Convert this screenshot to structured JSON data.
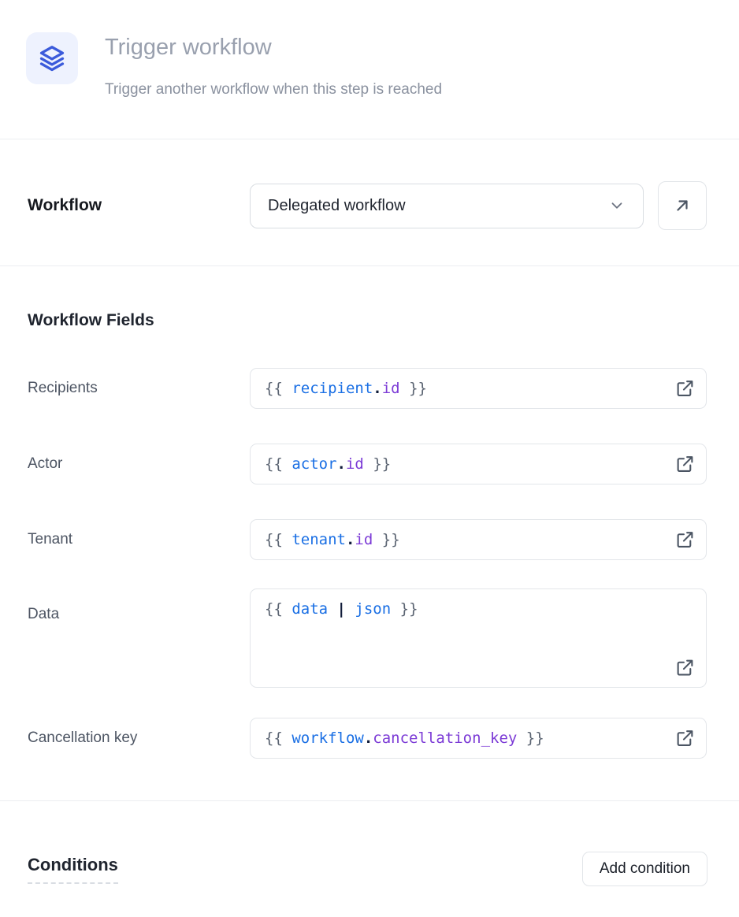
{
  "colors": {
    "accent_blue": "#3b5bdb",
    "icon_bg": "#eef2fe",
    "code_blue": "#1a6fe4",
    "code_purple": "#7c3bd6",
    "code_gray": "#5b6472",
    "code_dark": "#101c3a"
  },
  "header": {
    "icon": "layers-icon",
    "title": "Trigger workflow",
    "subtitle": "Trigger another workflow when this step is reached"
  },
  "workflow": {
    "label": "Workflow",
    "selected_option": "Delegated workflow",
    "dropdown_icon": "chevron-down-icon",
    "open_workflow_icon": "arrow-up-right-icon"
  },
  "workflow_fields": {
    "heading": "Workflow Fields",
    "field_action_icon": "external-link-icon",
    "fields": [
      {
        "label": "Recipients",
        "multiline": false,
        "value": "{{ recipient.id }}",
        "tokens": [
          {
            "text": "{{ ",
            "type": "brace"
          },
          {
            "text": "recipient",
            "type": "var"
          },
          {
            "text": ".",
            "type": "punct"
          },
          {
            "text": "id",
            "type": "prop"
          },
          {
            "text": " }}",
            "type": "brace"
          }
        ]
      },
      {
        "label": "Actor",
        "multiline": false,
        "value": "{{ actor.id }}",
        "tokens": [
          {
            "text": "{{ ",
            "type": "brace"
          },
          {
            "text": "actor",
            "type": "var"
          },
          {
            "text": ".",
            "type": "punct"
          },
          {
            "text": "id",
            "type": "prop"
          },
          {
            "text": " }}",
            "type": "brace"
          }
        ]
      },
      {
        "label": "Tenant",
        "multiline": false,
        "value": "{{ tenant.id }}",
        "tokens": [
          {
            "text": "{{ ",
            "type": "brace"
          },
          {
            "text": "tenant",
            "type": "var"
          },
          {
            "text": ".",
            "type": "punct"
          },
          {
            "text": "id",
            "type": "prop"
          },
          {
            "text": " }}",
            "type": "brace"
          }
        ]
      },
      {
        "label": "Data",
        "multiline": true,
        "value": "{{ data | json }}",
        "tokens": [
          {
            "text": "{{ ",
            "type": "brace"
          },
          {
            "text": "data",
            "type": "var"
          },
          {
            "text": " | ",
            "type": "punct"
          },
          {
            "text": "json",
            "type": "var"
          },
          {
            "text": " }}",
            "type": "brace"
          }
        ]
      },
      {
        "label": "Cancellation key",
        "multiline": false,
        "value": "{{ workflow.cancellation_key }}",
        "tokens": [
          {
            "text": "{{ ",
            "type": "brace"
          },
          {
            "text": "workflow",
            "type": "var"
          },
          {
            "text": ".",
            "type": "punct"
          },
          {
            "text": "cancellation_key",
            "type": "prop"
          },
          {
            "text": " }}",
            "type": "brace"
          }
        ]
      }
    ]
  },
  "conditions": {
    "heading": "Conditions",
    "add_button_label": "Add condition"
  }
}
